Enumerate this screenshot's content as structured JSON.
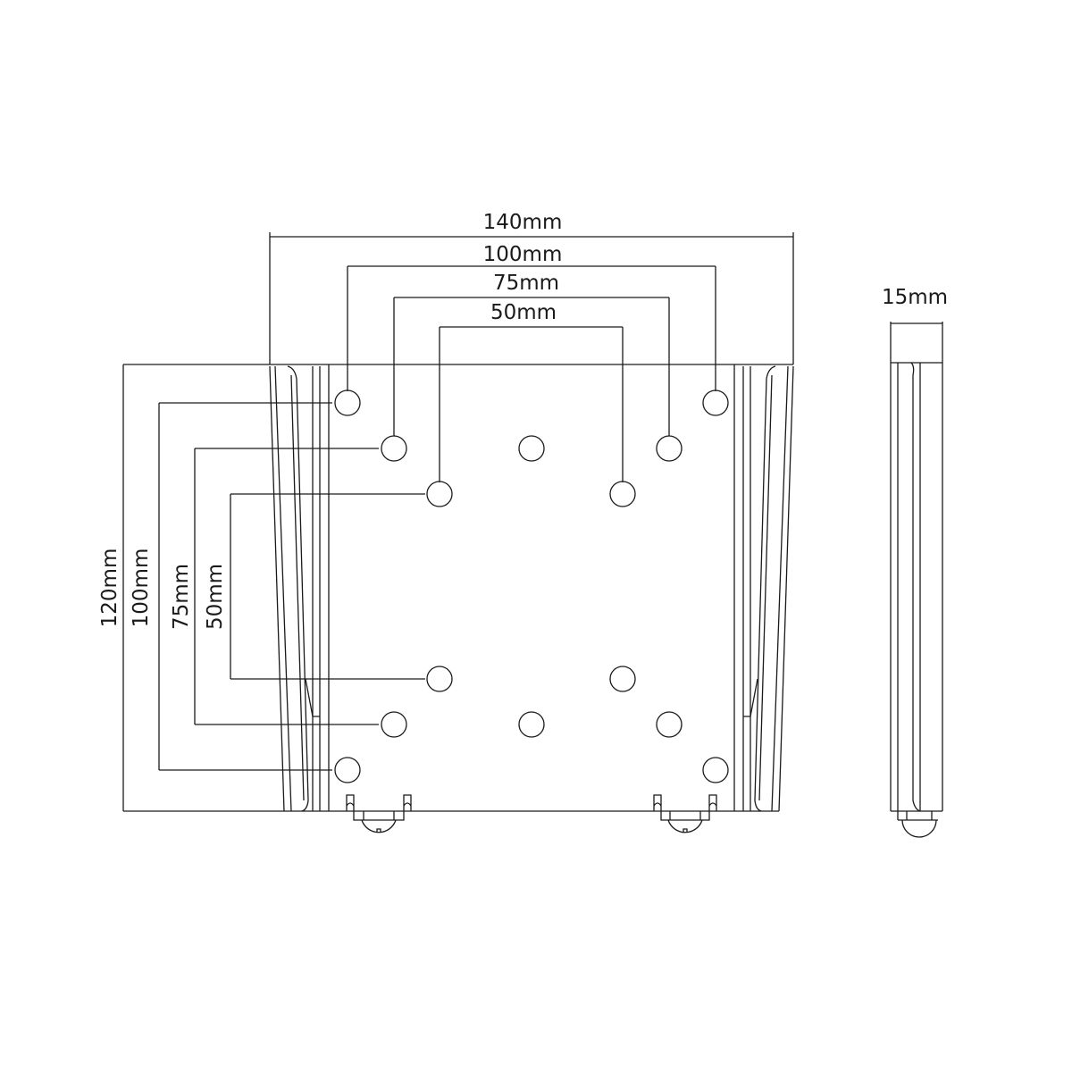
{
  "diagram": {
    "type": "VESA wall mount technical drawing",
    "dimensions": {
      "width_overall": "140mm",
      "horizontal_100": "100mm",
      "horizontal_75": "75mm",
      "horizontal_50": "50mm",
      "height_overall": "120mm",
      "vertical_100": "100mm",
      "vertical_75": "75mm",
      "vertical_50": "50mm",
      "depth": "15mm"
    },
    "views": [
      "front-view",
      "side-view"
    ],
    "colors": {
      "line": "#1a1a1a",
      "background": "#ffffff"
    }
  }
}
